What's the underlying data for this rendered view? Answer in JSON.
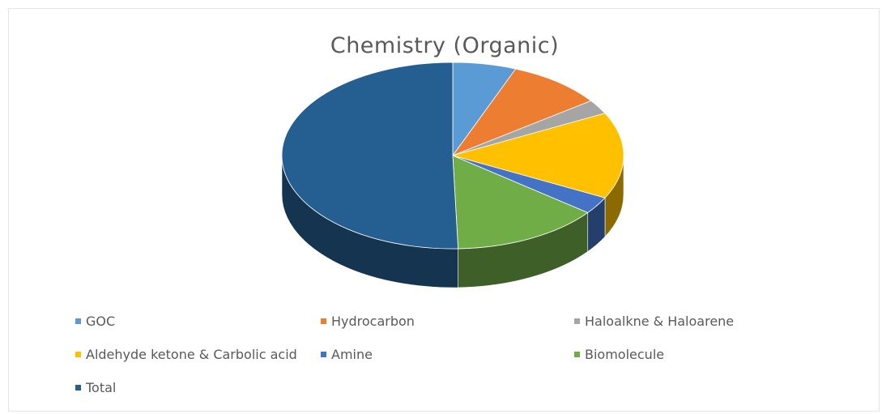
{
  "chart_data": {
    "type": "pie",
    "title": "Chemistry (Organic)",
    "categories": [
      "GOC",
      "Hydrocarbon",
      "Haloalkne & Haloarene",
      "Aldehyde ketone & Carbolic acid",
      "Amine",
      "Biomolecule",
      "Total"
    ],
    "values": [
      6,
      9,
      2.5,
      15,
      3,
      14,
      50.5
    ],
    "colors": [
      "#5b9bd5",
      "#ed7d31",
      "#a5a5a5",
      "#ffc000",
      "#4472c4",
      "#70ad47",
      "#255e91"
    ],
    "legend": "bottom",
    "style": "3d"
  }
}
